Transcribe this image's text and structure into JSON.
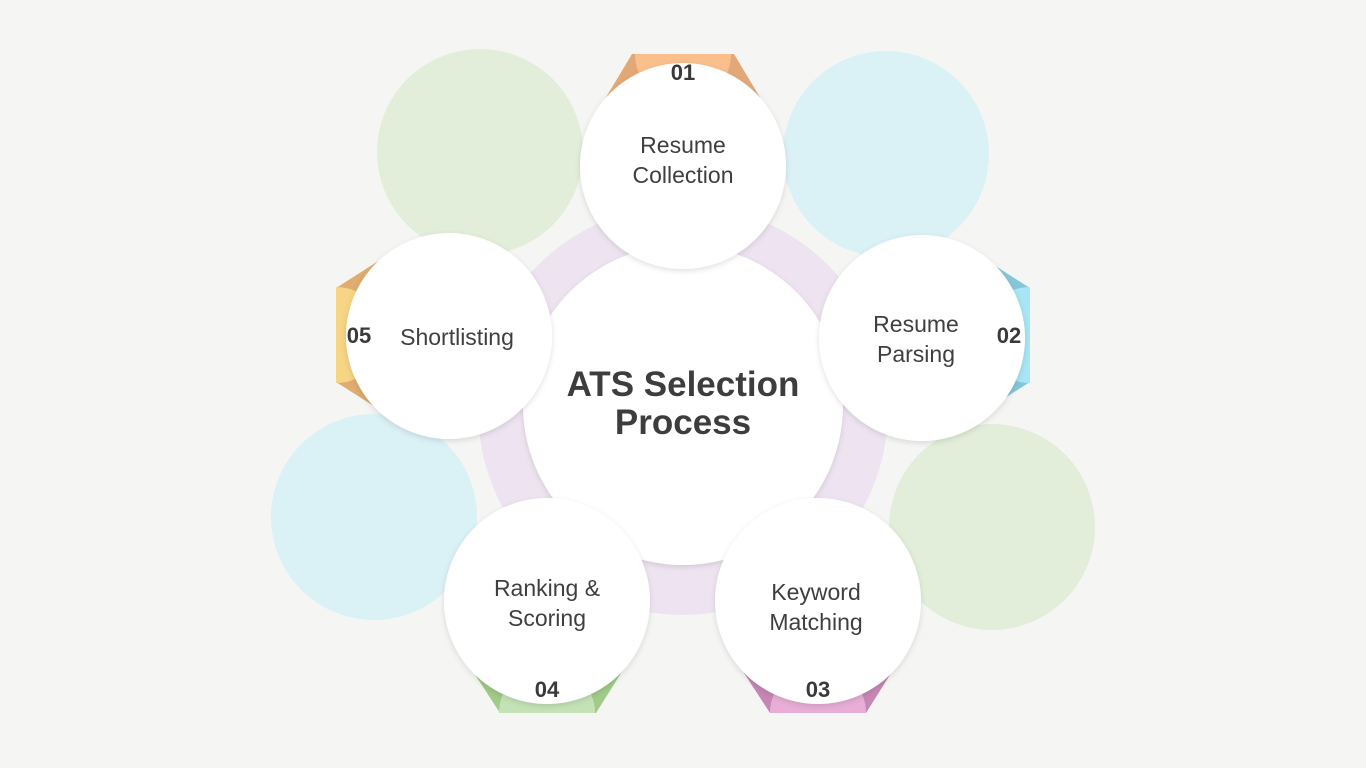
{
  "center": {
    "title": "ATS Selection\nProcess"
  },
  "steps": [
    {
      "number": "01",
      "label": "Resume\nCollection",
      "color": "#fbbf8c",
      "tab_color": "#e3a877"
    },
    {
      "number": "02",
      "label": "Resume\nParsing",
      "color": "#a8e6f5",
      "tab_color": "#86c6da"
    },
    {
      "number": "03",
      "label": "Keyword\nMatching",
      "color": "#e8aed6",
      "tab_color": "#c787b5"
    },
    {
      "number": "04",
      "label": "Ranking &\nScoring",
      "color": "#c5e2b6",
      "tab_color": "#a0cb88"
    },
    {
      "number": "05",
      "label": "Shortlisting",
      "color": "#f6d585",
      "tab_color": "#e0ac70"
    }
  ],
  "colors": {
    "background": "#f5f6f4",
    "ring": "#eee4f1",
    "decor_green": "#e2eed9",
    "decor_blue": "#daf1f6",
    "circle_fill": "#ffffff",
    "text": "#3f3f3f"
  }
}
